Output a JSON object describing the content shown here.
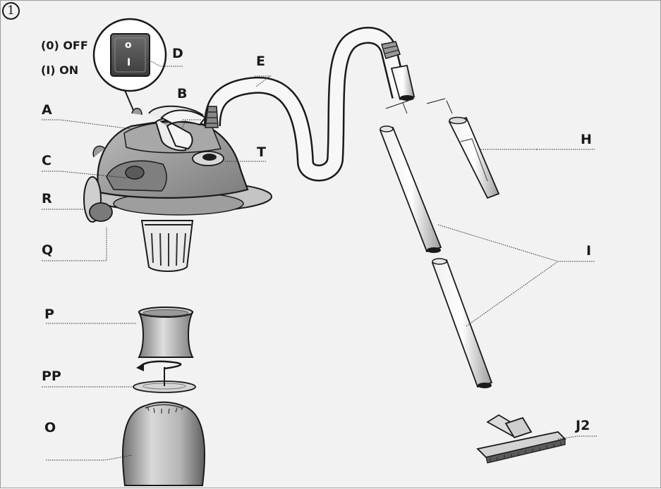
{
  "figure_number": "1",
  "switch": {
    "off_label": "(0) OFF",
    "on_label": "(I) ON",
    "off_symbol": "o",
    "on_symbol": "I"
  },
  "labels": {
    "A": "A",
    "B": "B",
    "C": "C",
    "D": "D",
    "E": "E",
    "H": "H",
    "I": "I",
    "J2": "J2",
    "O": "O",
    "P": "P",
    "PP": "PP",
    "Q": "Q",
    "R": "R",
    "T": "T"
  },
  "colors": {
    "background": "#f2f2f2",
    "line": "#1a1a1a",
    "body_gray": "#8f8f8f",
    "light_gray": "#d8d8d8"
  }
}
